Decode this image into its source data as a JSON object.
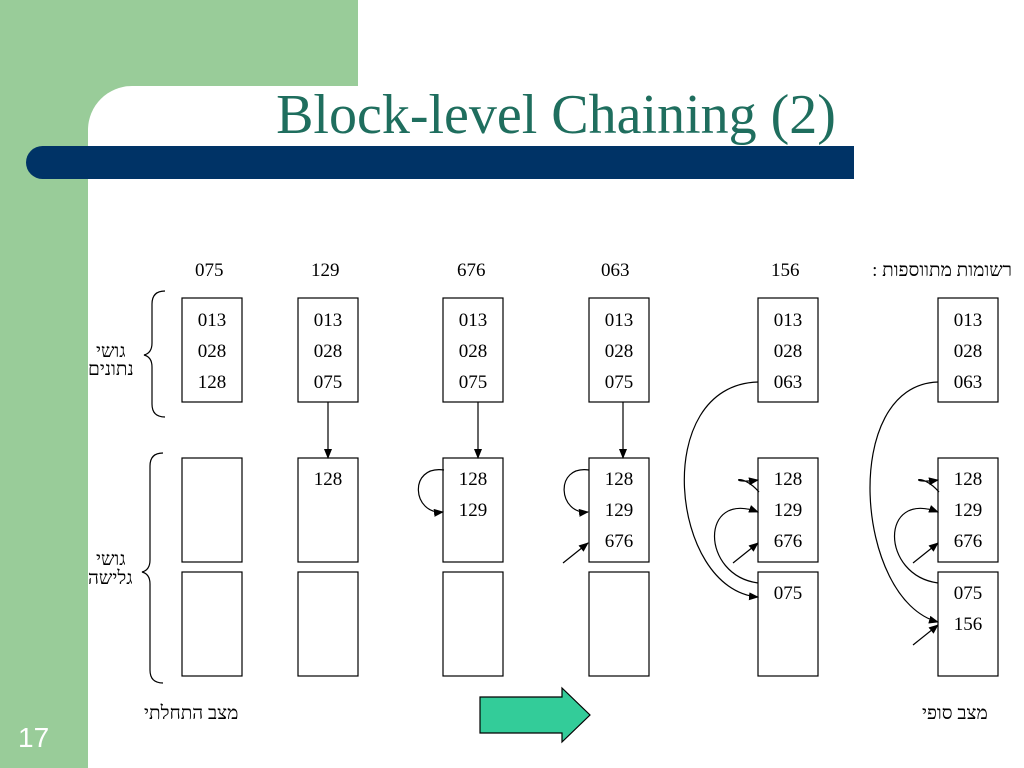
{
  "title": "Block-level Chaining (2)",
  "page_number": "17",
  "added_records_label": "רשומות מתווספות :",
  "added_records": [
    "075",
    "129",
    "676",
    "063",
    "156"
  ],
  "data_blocks_label": [
    "גושי",
    "נתונים"
  ],
  "overflow_blocks_label": [
    "גושי",
    "גלישה"
  ],
  "initial_state_label": "מצב התחלתי",
  "final_state_label": "מצב סופי",
  "columns": [
    {
      "data": [
        "013",
        "028",
        "128"
      ],
      "overflow1": [],
      "overflow2": []
    },
    {
      "data": [
        "013",
        "028",
        "075"
      ],
      "overflow1": [
        "128"
      ],
      "overflow2": []
    },
    {
      "data": [
        "013",
        "028",
        "075"
      ],
      "overflow1": [
        "128",
        "129"
      ],
      "overflow2": []
    },
    {
      "data": [
        "013",
        "028",
        "075"
      ],
      "overflow1": [
        "128",
        "129",
        "676"
      ],
      "overflow2": []
    },
    {
      "data": [
        "013",
        "028",
        "063"
      ],
      "overflow1": [
        "128",
        "129",
        "676"
      ],
      "overflow2": [
        "075"
      ]
    },
    {
      "data": [
        "013",
        "028",
        "063"
      ],
      "overflow1": [
        "128",
        "129",
        "676"
      ],
      "overflow2": [
        "075",
        "156"
      ]
    }
  ],
  "colors": {
    "sidebar": "#99cc99",
    "title": "#1f6e5e",
    "bar": "#003366",
    "arrow": "#33cc99"
  },
  "icons": {
    "progress_arrow": "right-arrow-icon"
  }
}
